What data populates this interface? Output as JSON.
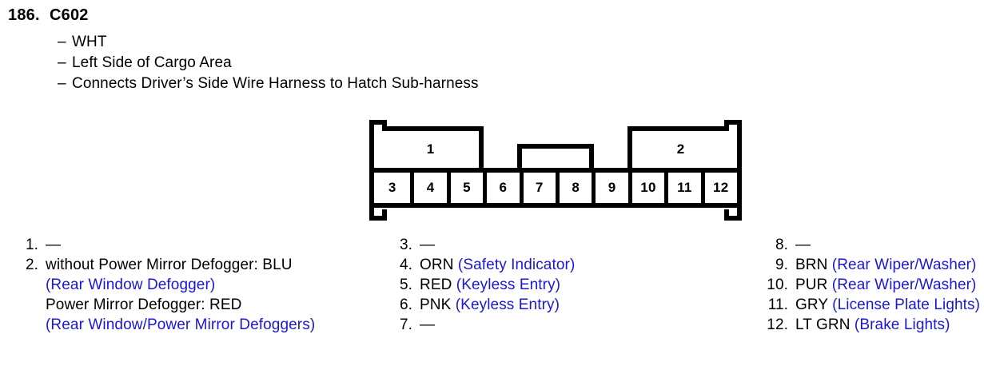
{
  "header": {
    "number": "186.",
    "connector_id": "C602",
    "descriptions": [
      "WHT",
      "Left Side of Cargo Area",
      "Connects Driver’s Side Wire Harness to Hatch Sub-harness"
    ],
    "dash": "–"
  },
  "connector": {
    "group_labels": [
      "1",
      "2"
    ],
    "pins": [
      "3",
      "4",
      "5",
      "6",
      "7",
      "8",
      "9",
      "10",
      "11",
      "12"
    ]
  },
  "colors": {
    "circuit_blue": "#1a17d6",
    "outline_black": "#000000",
    "background": "#ffffff"
  },
  "legend": {
    "empty_mark": "—",
    "columns": [
      {
        "rows": [
          {
            "num": "1.",
            "segments": [
              {
                "text": "—",
                "color": "black"
              }
            ]
          },
          {
            "num": "2.",
            "segments": [
              {
                "text": "without Power Mirror Defogger: BLU",
                "color": "black"
              },
              {
                "text": "(Rear Window Defogger)",
                "color": "blue",
                "newline": true
              },
              {
                "text": "Power Mirror Defogger: RED",
                "color": "black",
                "newline": true
              },
              {
                "text": "(Rear Window/Power Mirror Defoggers)",
                "color": "blue",
                "newline": true
              }
            ]
          }
        ]
      },
      {
        "rows": [
          {
            "num": "3.",
            "segments": [
              {
                "text": "—",
                "color": "black"
              }
            ]
          },
          {
            "num": "4.",
            "segments": [
              {
                "text": "ORN ",
                "color": "black"
              },
              {
                "text": "(Safety Indicator)",
                "color": "blue"
              }
            ]
          },
          {
            "num": "5.",
            "segments": [
              {
                "text": "RED ",
                "color": "black"
              },
              {
                "text": "(Keyless Entry)",
                "color": "blue"
              }
            ]
          },
          {
            "num": "6.",
            "segments": [
              {
                "text": "PNK ",
                "color": "black"
              },
              {
                "text": "(Keyless Entry)",
                "color": "blue"
              }
            ]
          },
          {
            "num": "7.",
            "segments": [
              {
                "text": "—",
                "color": "black"
              }
            ]
          }
        ]
      },
      {
        "rows": [
          {
            "num": "8.",
            "segments": [
              {
                "text": "—",
                "color": "black"
              }
            ]
          },
          {
            "num": "9.",
            "segments": [
              {
                "text": "BRN ",
                "color": "black"
              },
              {
                "text": "(Rear Wiper/Washer)",
                "color": "blue"
              }
            ]
          },
          {
            "num": "10.",
            "segments": [
              {
                "text": "PUR ",
                "color": "black"
              },
              {
                "text": "(Rear Wiper/Washer)",
                "color": "blue"
              }
            ]
          },
          {
            "num": "11.",
            "segments": [
              {
                "text": "GRY ",
                "color": "black"
              },
              {
                "text": "(License Plate Lights)",
                "color": "blue"
              }
            ]
          },
          {
            "num": "12.",
            "segments": [
              {
                "text": "LT GRN ",
                "color": "black"
              },
              {
                "text": "(Brake Lights)",
                "color": "blue"
              }
            ]
          }
        ]
      }
    ]
  }
}
